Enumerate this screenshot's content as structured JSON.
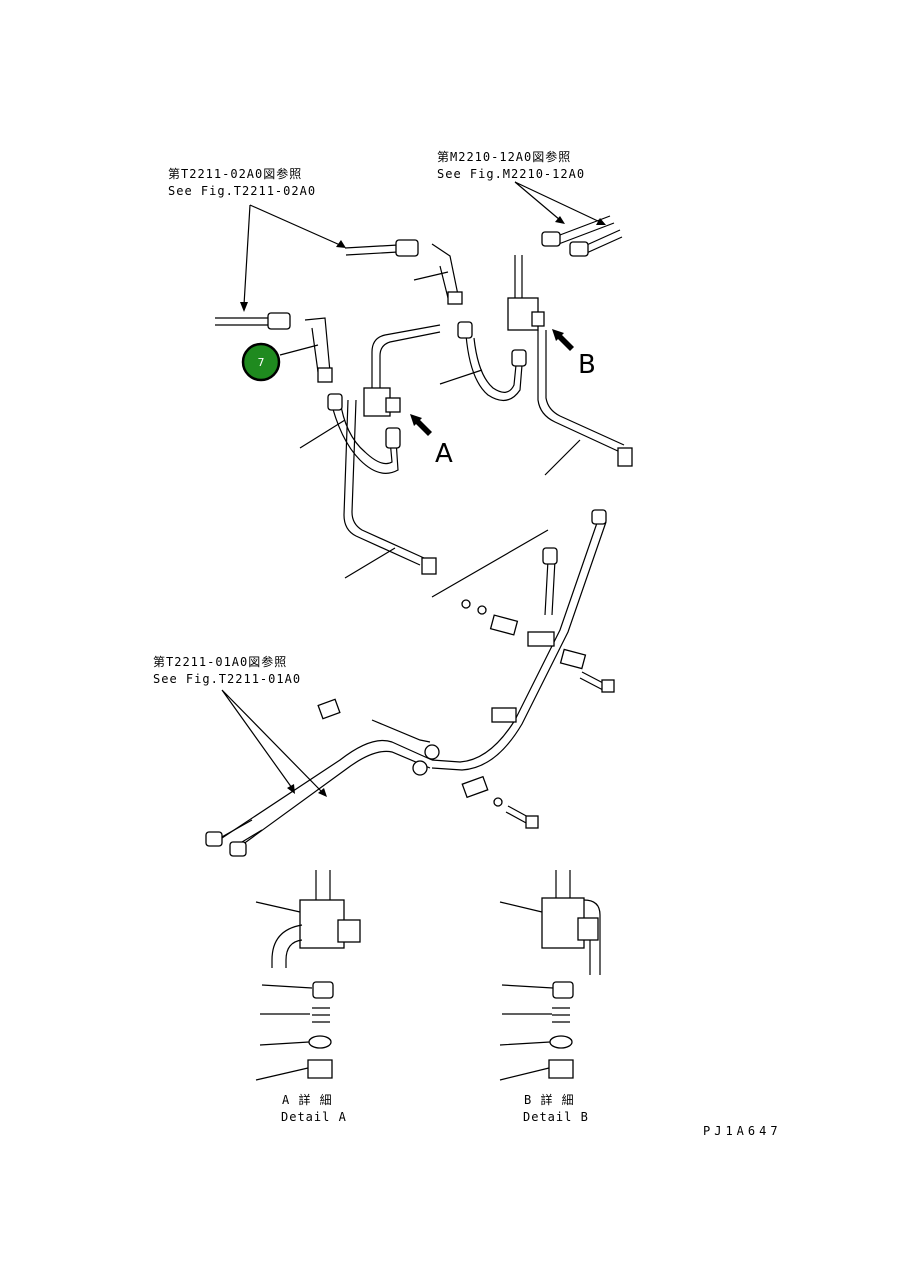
{
  "refs": {
    "ref1": {
      "jp": "第T2211-02A0図参照",
      "en": "See Fig.T2211-02A0"
    },
    "ref2": {
      "jp": "第M2210-12A0図参照",
      "en": "See Fig.M2210-12A0"
    },
    "ref3": {
      "jp": "第T2211-01A0図参照",
      "en": "See Fig.T2211-01A0"
    }
  },
  "view_a": "A",
  "view_b": "B",
  "callout": {
    "number": "7"
  },
  "detail_a": {
    "jp": "A 詳 細",
    "en": "Detail A"
  },
  "detail_b": {
    "jp": "B 詳 細",
    "en": "Detail B"
  },
  "drawing_id": "PJ1A647"
}
